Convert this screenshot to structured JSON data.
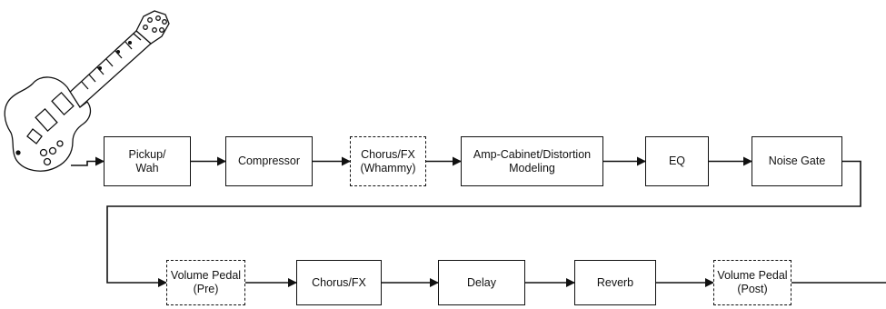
{
  "diagram": {
    "chain_top": [
      {
        "id": "pickup",
        "label": "Pickup/\nWah",
        "style": "solid"
      },
      {
        "id": "compressor",
        "label": "Compressor",
        "style": "solid"
      },
      {
        "id": "chorus_whammy",
        "label": "Chorus/FX\n(Whammy)",
        "style": "dashed"
      },
      {
        "id": "amp",
        "label": "Amp-Cabinet/Distortion\nModeling",
        "style": "solid"
      },
      {
        "id": "eq",
        "label": "EQ",
        "style": "solid"
      },
      {
        "id": "noise_gate",
        "label": "Noise Gate",
        "style": "solid"
      }
    ],
    "chain_bottom": [
      {
        "id": "vol_pre",
        "label": "Volume Pedal\n(Pre)",
        "style": "dashed"
      },
      {
        "id": "chorus_fx",
        "label": "Chorus/FX",
        "style": "solid"
      },
      {
        "id": "delay",
        "label": "Delay",
        "style": "solid"
      },
      {
        "id": "reverb",
        "label": "Reverb",
        "style": "solid"
      },
      {
        "id": "vol_post",
        "label": "Volume Pedal\n(Post)",
        "style": "dashed"
      }
    ],
    "icons": {
      "guitar": "electric-guitar-icon",
      "arrowhead": "arrowhead-icon"
    },
    "colors": {
      "line": "#111111",
      "background": "#ffffff"
    }
  }
}
